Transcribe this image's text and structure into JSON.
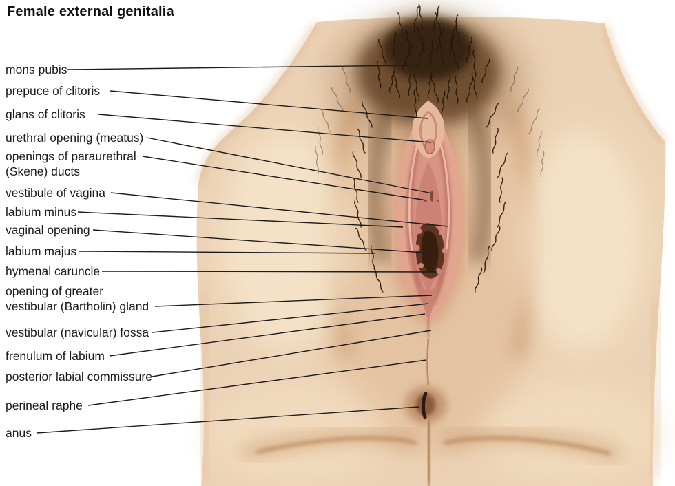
{
  "title": "Female external genitalia",
  "illustration": {
    "type": "anatomical-illustration",
    "description": "Medical painting of the vulva (female external genitalia) viewed from below, with pubic hair, labia, vaginal opening, perineum and anus",
    "palette": {
      "background": "#ffffff",
      "skin_light": "#f6e6cd",
      "skin_base": "#ecd2b5",
      "skin_shadow": "#c38d60",
      "pubic_hair": "#2e1d0c",
      "labia_pink": "#e2a690",
      "inner_pink": "#cb7f72",
      "opening_dark": "#371e0e",
      "leader_line": "#1c1c1c",
      "text": "#1b1b1b"
    }
  },
  "labels": [
    {
      "text": "mons pubis"
    },
    {
      "text": "prepuce of clitoris"
    },
    {
      "text": "glans of clitoris"
    },
    {
      "text": "urethral opening (meatus)"
    },
    {
      "text": "openings of paraurethral\n(Skene) ducts"
    },
    {
      "text": "vestibule of vagina"
    },
    {
      "text": "labium minus"
    },
    {
      "text": "vaginal opening"
    },
    {
      "text": "labium majus"
    },
    {
      "text": "hymenal caruncle"
    },
    {
      "text": "opening of greater\nvestibular (Bartholin) gland"
    },
    {
      "text": "vestibular (navicular) fossa"
    },
    {
      "text": "frenulum of labium"
    },
    {
      "text": "posterior labial commissure"
    },
    {
      "text": "perineal raphe"
    },
    {
      "text": "anus"
    }
  ]
}
